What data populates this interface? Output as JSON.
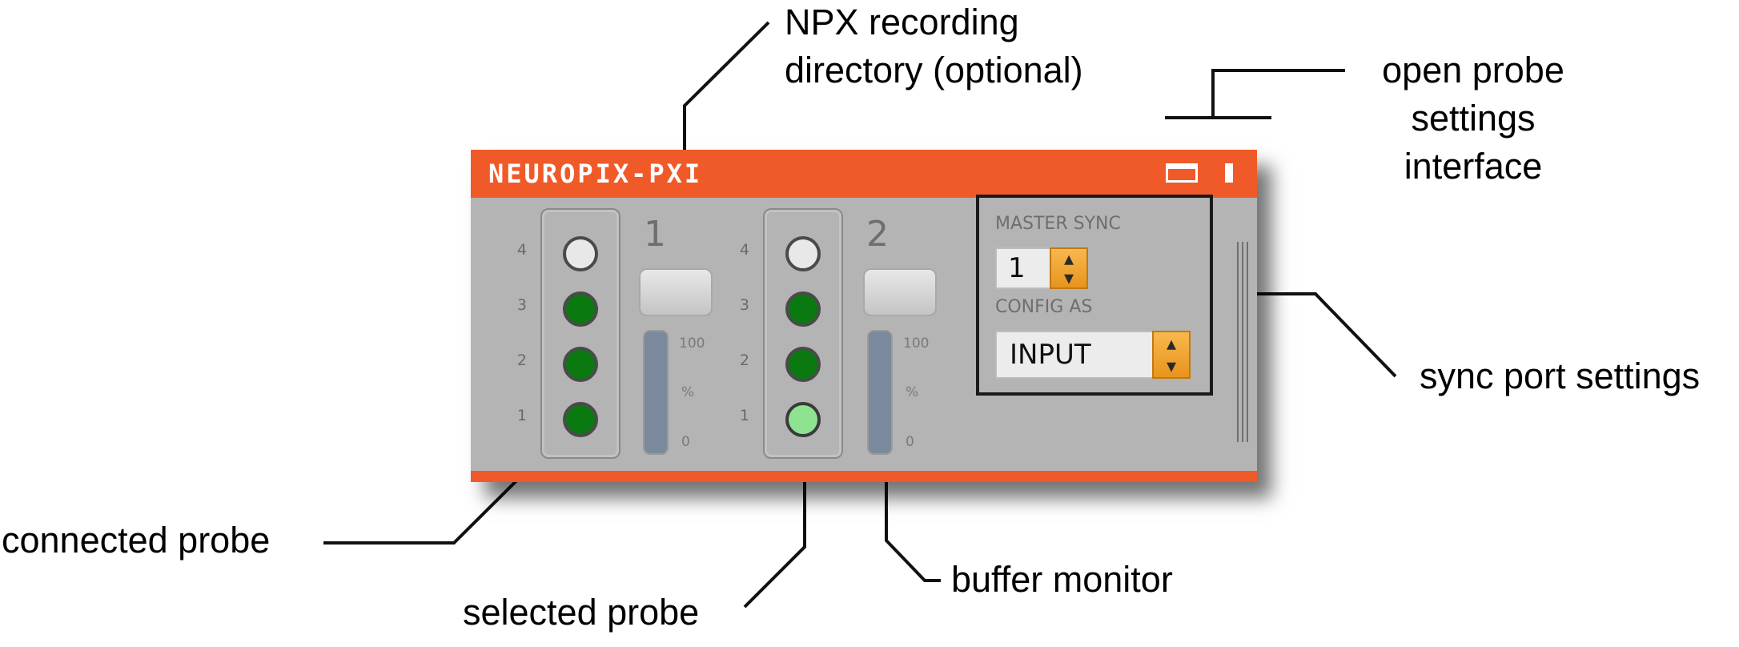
{
  "plugin": {
    "title": "NEUROPIX-PXI",
    "icons": {
      "window": "window-icon",
      "tab": "tab-icon"
    },
    "accent_color": "#f05a28",
    "slots": [
      {
        "number": "1",
        "rows": [
          "4",
          "3",
          "2",
          "1"
        ],
        "probe_states": [
          "empty",
          "connected",
          "connected",
          "connected"
        ],
        "buffer": {
          "max_label": "100",
          "unit_label": "%",
          "min_label": "0"
        }
      },
      {
        "number": "2",
        "rows": [
          "4",
          "3",
          "2",
          "1"
        ],
        "probe_states": [
          "empty",
          "connected",
          "connected",
          "selected"
        ],
        "buffer": {
          "max_label": "100",
          "unit_label": "%",
          "min_label": "0"
        }
      }
    ],
    "sync": {
      "master_sync_label": "MASTER SYNC",
      "master_sync_value": "1",
      "config_as_label": "CONFIG AS",
      "config_as_value": "INPUT"
    }
  },
  "callouts": {
    "npx_dir": [
      "NPX recording",
      "directory (optional)"
    ],
    "probe_settings": [
      "open probe",
      "settings",
      "interface"
    ],
    "sync_settings": "sync port settings",
    "connected_probe": "connected probe",
    "selected_probe": "selected probe",
    "buffer_monitor": "buffer monitor"
  }
}
